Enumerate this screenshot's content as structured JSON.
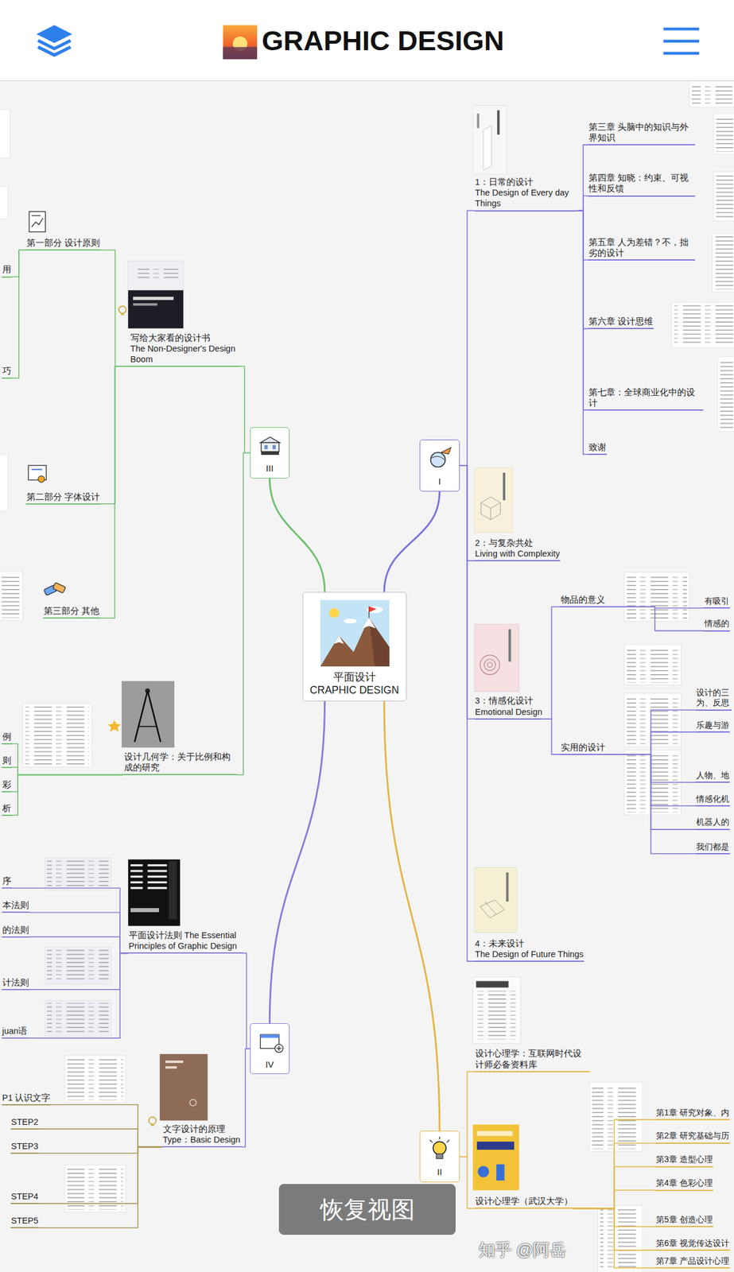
{
  "diagram": {
    "title": "GRAPHIC DESIGN",
    "nodes": [
      {
        "text": [
          "平面设计",
          "CRAPHIC DESIGN"
        ]
      },
      {
        "text": [
          "I"
        ]
      },
      {
        "text": [
          "II"
        ]
      },
      {
        "text": [
          "III"
        ]
      },
      {
        "text": [
          "IV"
        ]
      },
      {
        "text": [
          "1：日常的设计",
          "The Design of Every day Things"
        ]
      },
      {
        "text": [
          "第三章 头脑中的知识与外界知识"
        ]
      },
      {
        "text": [
          "第四章 知晓：约束、可视性和反馈"
        ]
      },
      {
        "text": [
          "第五章 人为差错？不，拙劣的设计"
        ]
      },
      {
        "text": [
          "第六章 设计思维"
        ]
      },
      {
        "text": [
          "第七章：全球商业化中的设计"
        ]
      },
      {
        "text": [
          "致谢"
        ]
      },
      {
        "text": [
          "2：与复杂共处",
          "Living with Complexity"
        ]
      },
      {
        "text": [
          "3：情感化设计",
          "Emotional Design"
        ]
      },
      {
        "text": [
          "物品的意义"
        ]
      },
      {
        "text": [
          "实用的设计"
        ]
      },
      {
        "text": [
          "有吸引"
        ]
      },
      {
        "text": [
          "情感的"
        ]
      },
      {
        "text": [
          "设计的三 为、反思"
        ]
      },
      {
        "text": [
          "乐趣与游"
        ]
      },
      {
        "text": [
          "人物、地"
        ]
      },
      {
        "text": [
          "情感化机"
        ]
      },
      {
        "text": [
          "机器人的"
        ]
      },
      {
        "text": [
          "我们都是"
        ]
      },
      {
        "text": [
          "4：未来设计",
          "The Design of Future Things"
        ]
      },
      {
        "text": [
          "设计心理学：互联网时代设计师必备资料库"
        ]
      },
      {
        "text": [
          "设计心理学（武汉大学）"
        ]
      },
      {
        "text": [
          "第1章 研究对象、内"
        ]
      },
      {
        "text": [
          "第2章 研究基础与历"
        ]
      },
      {
        "text": [
          "第3章 造型心理"
        ]
      },
      {
        "text": [
          "第4章 色彩心理"
        ]
      },
      {
        "text": [
          "第5章 创造心理"
        ]
      },
      {
        "text": [
          "第6章 视觉传达设计"
        ]
      },
      {
        "text": [
          "第7章 产品设计心理"
        ]
      },
      {
        "text": [
          "写给大家看的设计书",
          "The Non-Designer's Design Boom"
        ]
      },
      {
        "text": [
          "第一部分 设计原则"
        ]
      },
      {
        "text": [
          "第二部分 字体设计"
        ]
      },
      {
        "text": [
          "第三部分 其他"
        ]
      },
      {
        "text": [
          "用"
        ]
      },
      {
        "text": [
          "巧"
        ]
      },
      {
        "text": [
          "设计几何学：关于比例和构成的研究"
        ]
      },
      {
        "text": [
          "例"
        ]
      },
      {
        "text": [
          "则"
        ]
      },
      {
        "text": [
          "彩"
        ]
      },
      {
        "text": [
          "析"
        ]
      },
      {
        "text": [
          "平面设计法则 The Essential Principles of Graphic Design"
        ]
      },
      {
        "text": [
          "序"
        ]
      },
      {
        "text": [
          "本法则"
        ]
      },
      {
        "text": [
          "的法则"
        ]
      },
      {
        "text": [
          "计法则"
        ]
      },
      {
        "text": [
          "juan语"
        ]
      },
      {
        "text": [
          "文字设计的原理",
          "Type：Basic Design"
        ]
      },
      {
        "text": [
          "P1 认识文字"
        ]
      },
      {
        "text": [
          "STEP2"
        ]
      },
      {
        "text": [
          "STEP3"
        ]
      },
      {
        "text": [
          "STEP4"
        ]
      },
      {
        "text": [
          "STEP5"
        ]
      },
      {
        "text": [
          "恢复视图"
        ]
      }
    ],
    "edges": [
      {
        "from": 0,
        "to": 1,
        "arrow": "none"
      },
      {
        "from": 0,
        "to": 2,
        "arrow": "none"
      },
      {
        "from": 0,
        "to": 3,
        "arrow": "none"
      },
      {
        "from": 0,
        "to": 4,
        "arrow": "none"
      },
      {
        "from": 1,
        "to": 5,
        "arrow": "none"
      },
      {
        "from": 1,
        "to": 12,
        "arrow": "none"
      },
      {
        "from": 1,
        "to": 13,
        "arrow": "none"
      },
      {
        "from": 1,
        "to": 24,
        "arrow": "none"
      },
      {
        "from": 5,
        "to": 6,
        "arrow": "none"
      },
      {
        "from": 5,
        "to": 7,
        "arrow": "none"
      },
      {
        "from": 5,
        "to": 8,
        "arrow": "none"
      },
      {
        "from": 5,
        "to": 9,
        "arrow": "none"
      },
      {
        "from": 5,
        "to": 10,
        "arrow": "none"
      },
      {
        "from": 5,
        "to": 11,
        "arrow": "none"
      },
      {
        "from": 13,
        "to": 14,
        "arrow": "none"
      },
      {
        "from": 13,
        "to": 15,
        "arrow": "none"
      },
      {
        "from": 14,
        "to": 16,
        "arrow": "none"
      },
      {
        "from": 14,
        "to": 17,
        "arrow": "none"
      },
      {
        "from": 15,
        "to": 18,
        "arrow": "none"
      },
      {
        "from": 15,
        "to": 19,
        "arrow": "none"
      },
      {
        "from": 15,
        "to": 20,
        "arrow": "none"
      },
      {
        "from": 15,
        "to": 21,
        "arrow": "none"
      },
      {
        "from": 15,
        "to": 22,
        "arrow": "none"
      },
      {
        "from": 15,
        "to": 23,
        "arrow": "none"
      },
      {
        "from": 2,
        "to": 25,
        "arrow": "none"
      },
      {
        "from": 2,
        "to": 26,
        "arrow": "none"
      },
      {
        "from": 26,
        "to": 27,
        "arrow": "none"
      },
      {
        "from": 26,
        "to": 28,
        "arrow": "none"
      },
      {
        "from": 26,
        "to": 29,
        "arrow": "none"
      },
      {
        "from": 26,
        "to": 30,
        "arrow": "none"
      },
      {
        "from": 26,
        "to": 31,
        "arrow": "none"
      },
      {
        "from": 26,
        "to": 32,
        "arrow": "none"
      },
      {
        "from": 26,
        "to": 33,
        "arrow": "none"
      },
      {
        "from": 3,
        "to": 34,
        "arrow": "none"
      },
      {
        "from": 3,
        "to": 40,
        "arrow": "none"
      },
      {
        "from": 34,
        "to": 35,
        "arrow": "none"
      },
      {
        "from": 34,
        "to": 36,
        "arrow": "none"
      },
      {
        "from": 34,
        "to": 37,
        "arrow": "none"
      },
      {
        "from": 35,
        "to": 38,
        "arrow": "none"
      },
      {
        "from": 35,
        "to": 39,
        "arrow": "none"
      },
      {
        "from": 40,
        "to": 41,
        "arrow": "none"
      },
      {
        "from": 40,
        "to": 42,
        "arrow": "none"
      },
      {
        "from": 40,
        "to": 43,
        "arrow": "none"
      },
      {
        "from": 40,
        "to": 44,
        "arrow": "none"
      },
      {
        "from": 4,
        "to": 45,
        "arrow": "none"
      },
      {
        "from": 4,
        "to": 51,
        "arrow": "none"
      },
      {
        "from": 45,
        "to": 46,
        "arrow": "none"
      },
      {
        "from": 45,
        "to": 47,
        "arrow": "none"
      },
      {
        "from": 45,
        "to": 48,
        "arrow": "none"
      },
      {
        "from": 45,
        "to": 49,
        "arrow": "none"
      },
      {
        "from": 45,
        "to": 50,
        "arrow": "none"
      },
      {
        "from": 51,
        "to": 52,
        "arrow": "none"
      },
      {
        "from": 51,
        "to": 53,
        "arrow": "none"
      },
      {
        "from": 51,
        "to": 54,
        "arrow": "none"
      },
      {
        "from": 51,
        "to": 55,
        "arrow": "none"
      },
      {
        "from": 51,
        "to": 56,
        "arrow": "none"
      }
    ],
    "labels": [
      "知乎 @阿岳"
    ]
  }
}
